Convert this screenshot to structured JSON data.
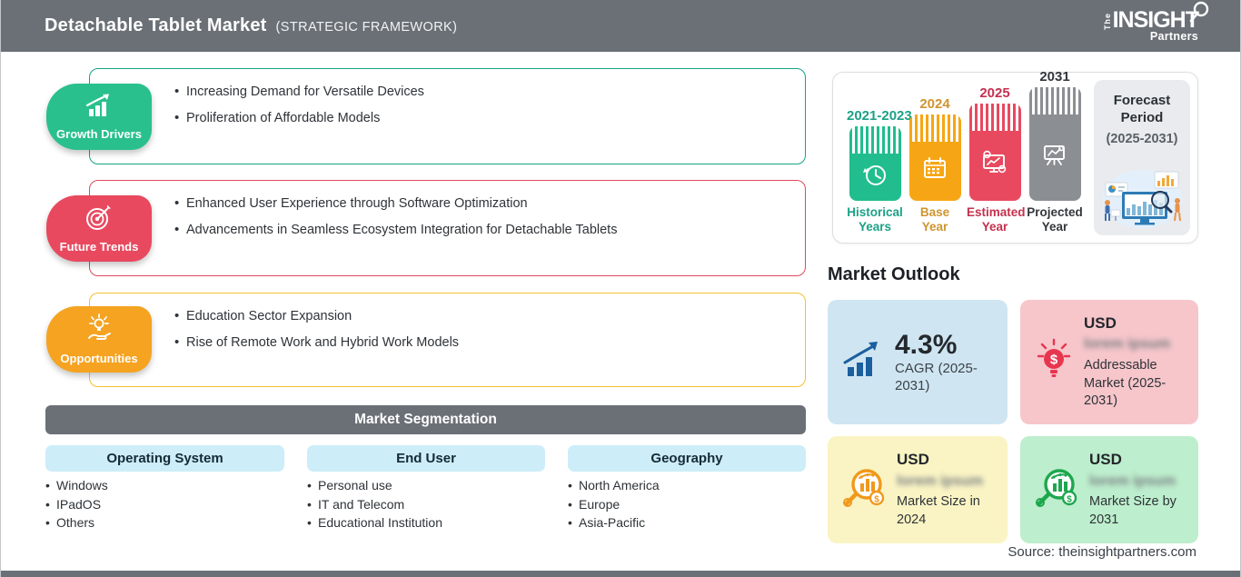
{
  "header": {
    "title": "Detachable Tablet Market",
    "subtitle": "(STRATEGIC FRAMEWORK)",
    "logo": {
      "the": "The",
      "insight": "INSIGHT",
      "partners": "Partners"
    }
  },
  "sections": [
    {
      "label": "Growth Drivers",
      "color": "#29c08e",
      "border_color": "#12a488",
      "icon": "growth-chart-icon",
      "bullets": [
        "Increasing Demand for Versatile Devices",
        "Proliferation of Affordable Models"
      ]
    },
    {
      "label": "Future Trends",
      "color": "#e8495f",
      "border_color": "#e0495e",
      "icon": "target-dart-icon",
      "bullets": [
        "Enhanced User Experience through Software Optimization",
        "Advancements in Seamless Ecosystem Integration for Detachable Tablets"
      ]
    },
    {
      "label": "Opportunities",
      "color": "#f5a321",
      "border_color": "#f2c230",
      "icon": "hand-bulb-icon",
      "bullets": [
        "Education Sector Expansion",
        "Rise of Remote Work and Hybrid Work Models"
      ]
    }
  ],
  "segmentation": {
    "title": "Market Segmentation",
    "columns": [
      {
        "header": "Operating System",
        "items": [
          "Windows",
          "IPadOS",
          "Others"
        ]
      },
      {
        "header": "End User",
        "items": [
          "Personal use",
          "IT and Telecom",
          "Educational Institution"
        ]
      },
      {
        "header": "Geography",
        "items": [
          "North America",
          "Europe",
          "Asia-Pacific"
        ]
      }
    ]
  },
  "timeline": {
    "bars": [
      {
        "year": "2021-2023",
        "caption": "Historical Years",
        "color": "#21bd8e",
        "icon": "history-clock-icon"
      },
      {
        "year": "2024",
        "caption": "Base Year",
        "color": "#f6a614",
        "icon": "calendar-icon"
      },
      {
        "year": "2025",
        "caption": "Estimated Year",
        "color": "#e8495f",
        "icon": "monitor-gear-icon"
      },
      {
        "year": "2031",
        "caption": "Projected Year",
        "color": "#8b8f93",
        "icon": "presentation-chart-icon"
      }
    ],
    "forecast": {
      "line1": "Forecast",
      "line2": "Period",
      "range": "(2025-2031)"
    }
  },
  "outlook": {
    "title": "Market Outlook",
    "cards": [
      {
        "value": "4.3%",
        "label": "CAGR (2025-2031)",
        "bg": "#cfe6f2",
        "icon": "growth-chart-icon"
      },
      {
        "currency": "USD",
        "blurred": "lorem ipsum",
        "label": "Addressable Market (2025-2031)",
        "bg": "#f6c6cb",
        "icon": "bulb-dollar-icon"
      },
      {
        "currency": "USD",
        "blurred": "lorem ipsum",
        "label": "Market Size in 2024",
        "bg": "#faf4c4",
        "icon": "magnifier-chart-icon-orange"
      },
      {
        "currency": "USD",
        "blurred": "lorem ipsum",
        "label": "Market Size by 2031",
        "bg": "#bdeecd",
        "icon": "magnifier-chart-icon-green"
      }
    ]
  },
  "source": "Source: theinsightpartners.com"
}
